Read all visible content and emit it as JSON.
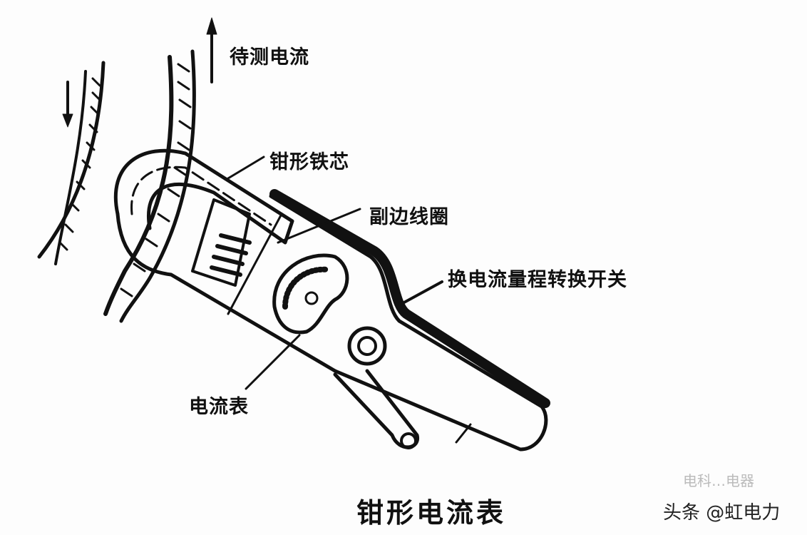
{
  "diagram": {
    "title": "钳形电流表",
    "labels": {
      "current_under_test": "待测电流",
      "clamp_core": "钳形铁芯",
      "secondary_coil": "副边线圈",
      "range_switch": "换电流量程转换开关",
      "ammeter": "电流表"
    }
  },
  "watermark": {
    "main": "头条 @虹电力",
    "faint": "电科…电器"
  }
}
